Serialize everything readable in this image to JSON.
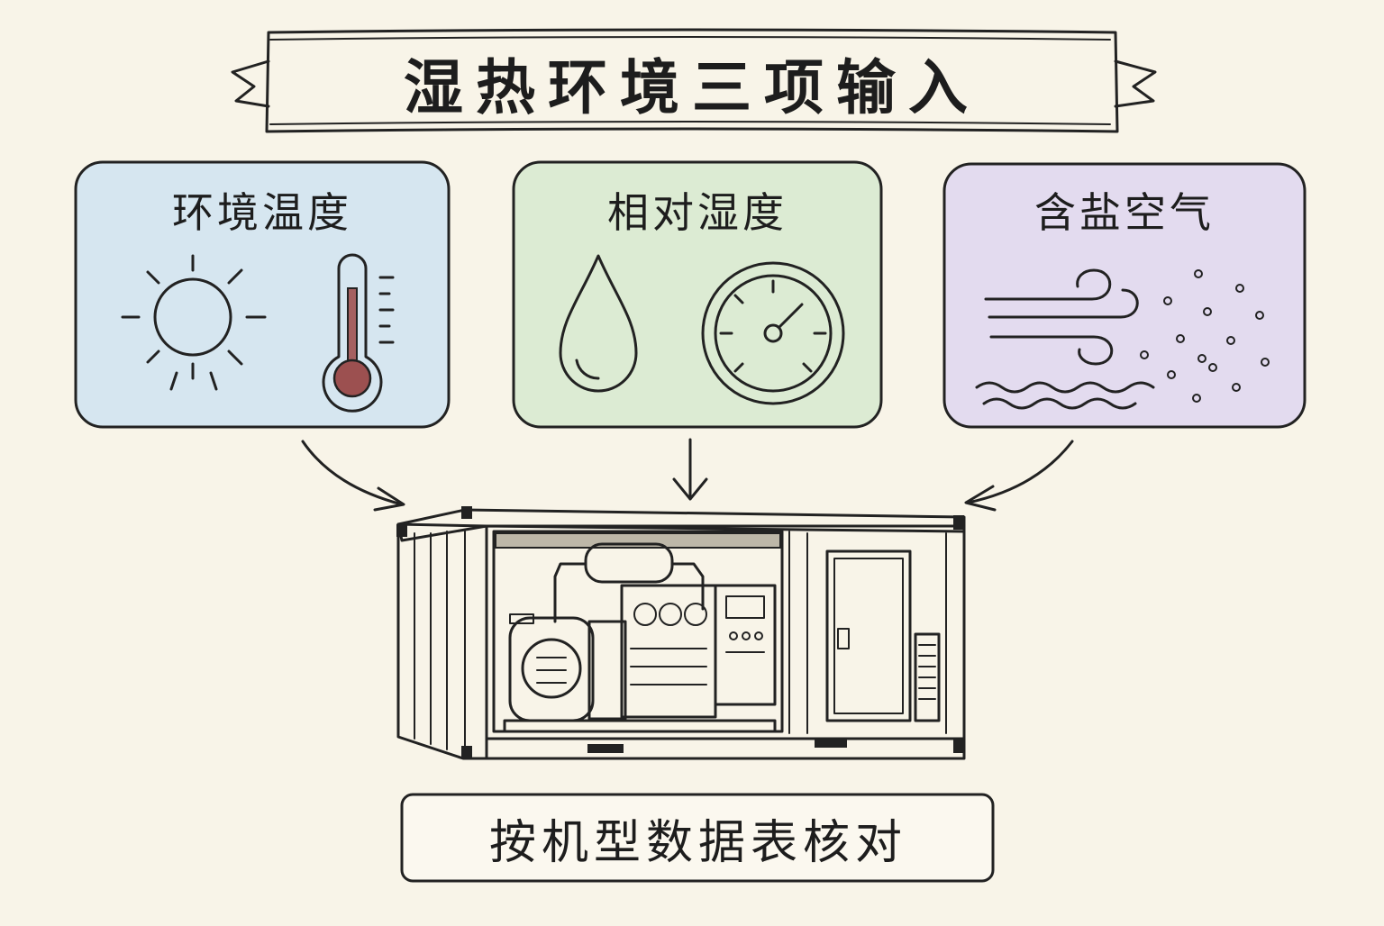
{
  "title": "湿热环境三项输入",
  "inputs": [
    {
      "label": "环境温度",
      "color": "#d6e6f0",
      "icons": [
        "sun-icon",
        "thermometer-icon"
      ]
    },
    {
      "label": "相对湿度",
      "color": "#dcebd3",
      "icons": [
        "water-drop-icon",
        "gauge-icon"
      ]
    },
    {
      "label": "含盐空气",
      "color": "#e3dbef",
      "icons": [
        "wind-icon",
        "salt-particles-icon",
        "waves-icon"
      ]
    }
  ],
  "equipment": {
    "icon": "container-generator-icon"
  },
  "footer": "按机型数据表核对"
}
